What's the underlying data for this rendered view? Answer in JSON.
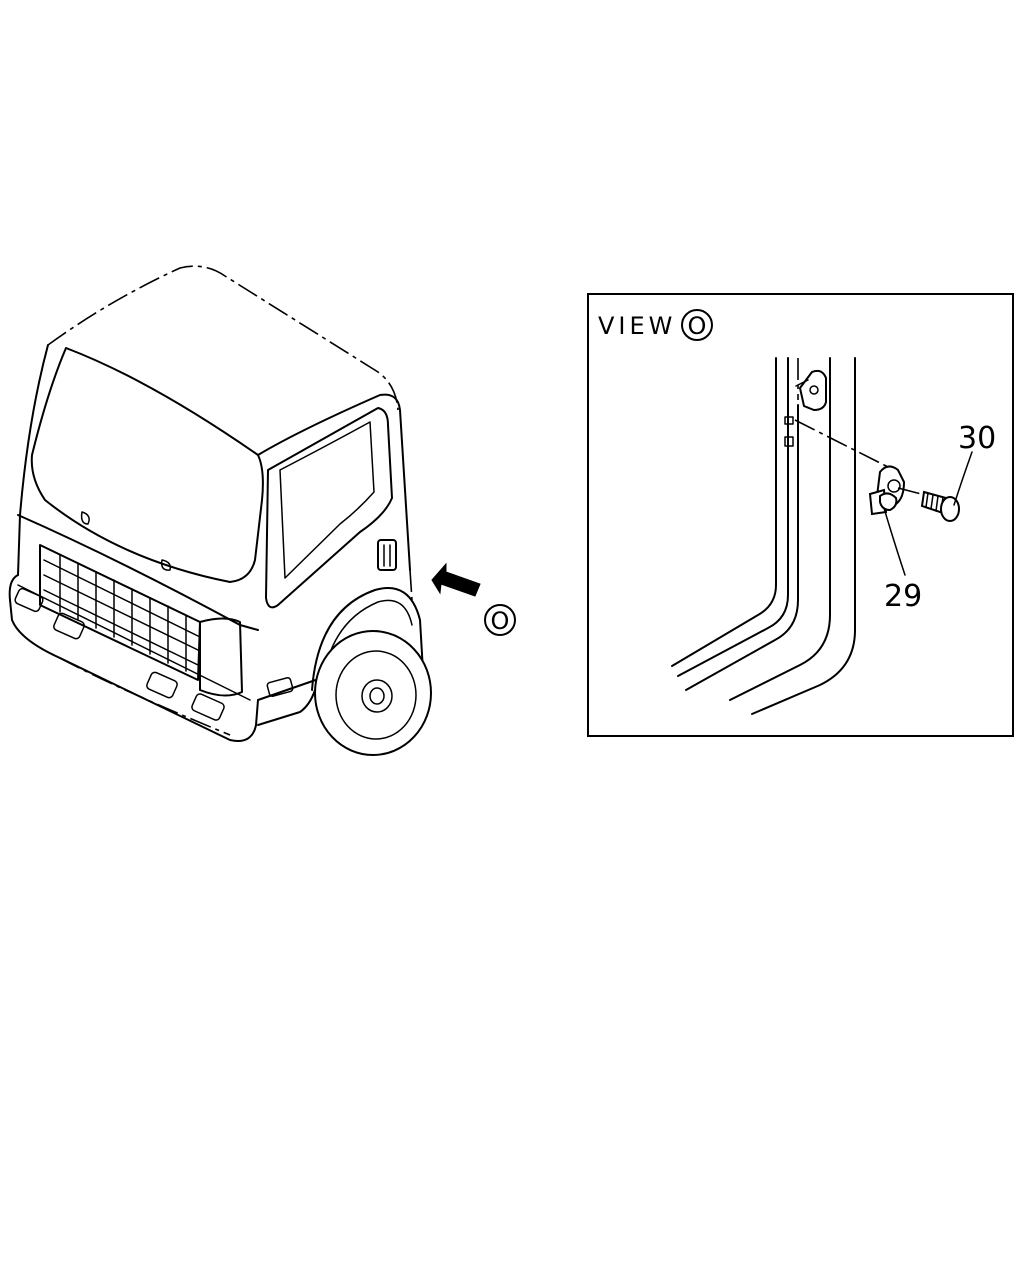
{
  "view_box": {
    "title_word": "VIEW",
    "title_marker": "O"
  },
  "arrow_marker": "O",
  "callouts": [
    {
      "part_number": "30"
    },
    {
      "part_number": "29"
    }
  ]
}
